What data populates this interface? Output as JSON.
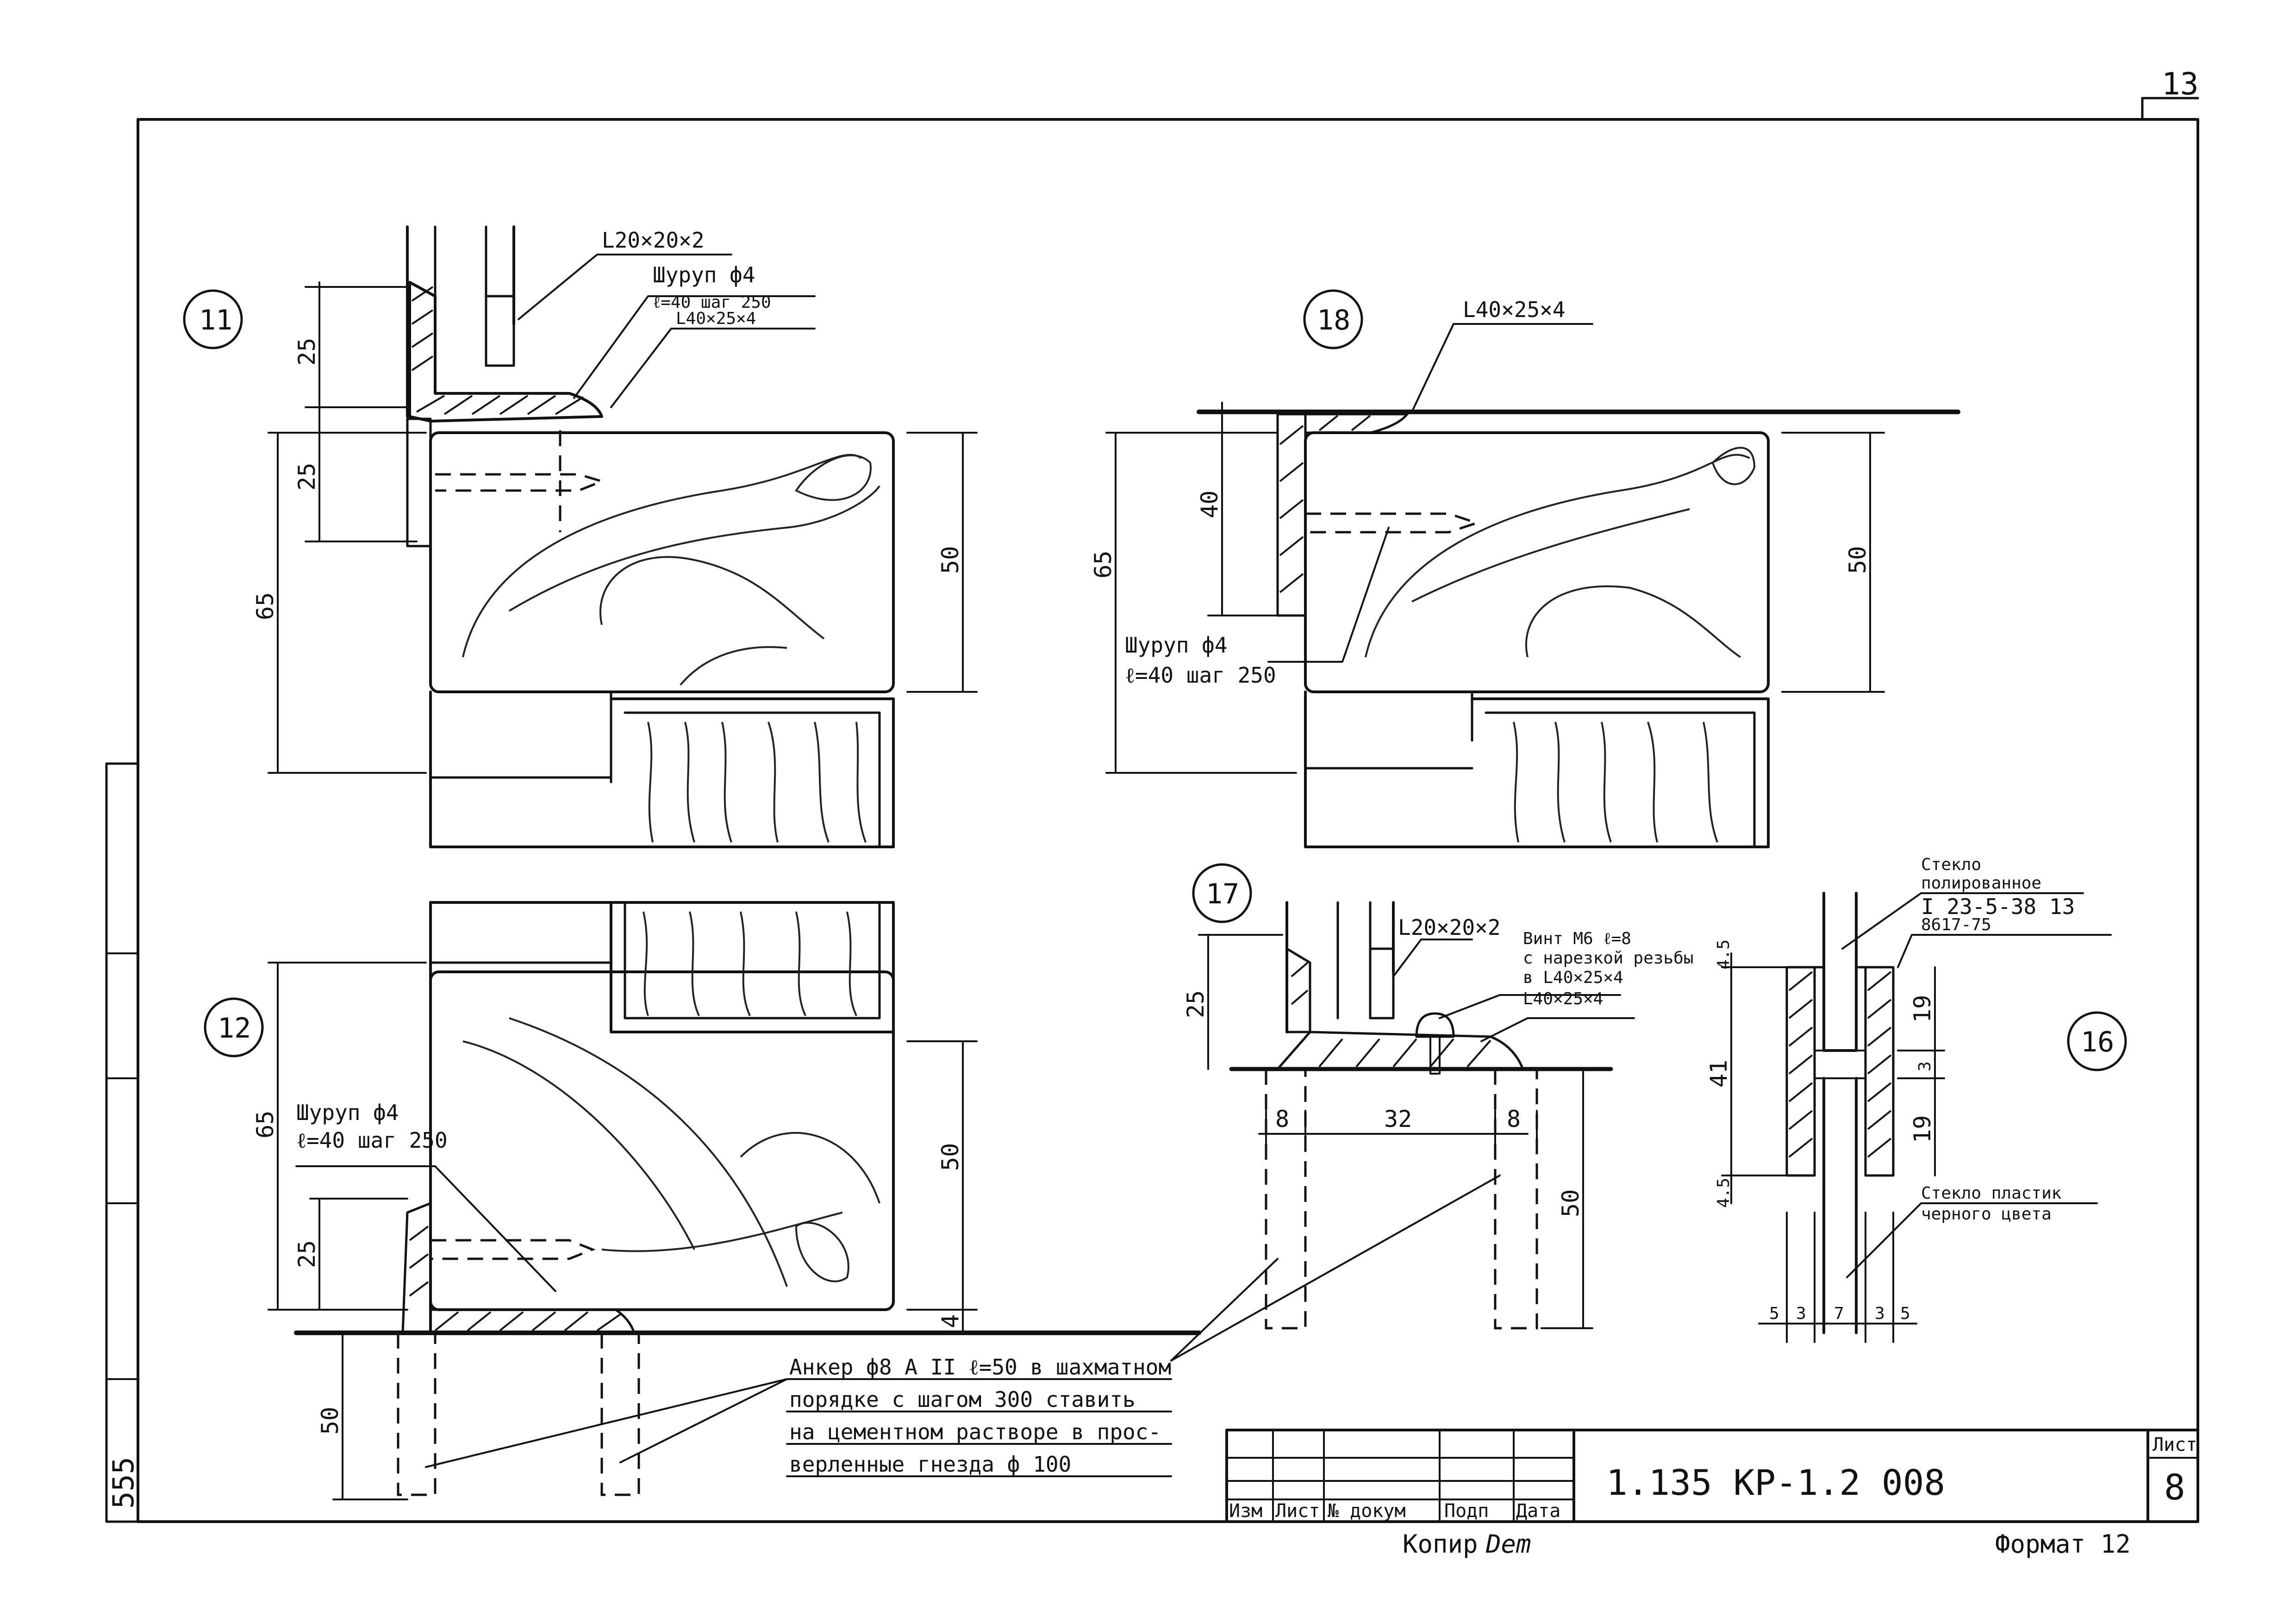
{
  "sheet": {
    "page_number": "13",
    "side_number": "555",
    "copy_label": "Копир",
    "copy_signature": "Dem",
    "format_label": "Формат 12"
  },
  "title_block": {
    "doc_code": "1.135 КР-1.2 008",
    "sheet_label": "Лист",
    "sheet_value": "8",
    "columns": [
      "Изм",
      "Лист",
      "№ докум",
      "Подп",
      "Дата"
    ]
  },
  "details": {
    "d11": {
      "number": "11",
      "angle_top": "L20×20×2",
      "screw": "Шуруп ф4",
      "screw_spec": "ℓ=40 шаг 250",
      "angle_bottom": "L40×25×4",
      "dims": [
        "25",
        "25",
        "65",
        "50"
      ]
    },
    "d18": {
      "number": "18",
      "angle": "L40×25×4",
      "screw": "Шуруп ф4",
      "screw_spec": "ℓ=40 шаг 250",
      "dims": [
        "40",
        "65",
        "50"
      ]
    },
    "d12": {
      "number": "12",
      "screw": "Шуруп ф4",
      "screw_spec": "ℓ=40 шаг 250",
      "dims": [
        "65",
        "25",
        "50",
        "4",
        "50"
      ]
    },
    "d17": {
      "number": "17",
      "angle_top": "L20×20×2",
      "bolt": "Винт М6 ℓ=8",
      "bolt_note1": "с нарезкой резьбы",
      "bolt_note2": "в L40×25×4",
      "angle_bottom": "L40×25×4",
      "dims": [
        "25",
        "8",
        "32",
        "8",
        "50"
      ]
    },
    "d16": {
      "number": "16",
      "glass": "Стекло",
      "glass2": "полированное",
      "glass_std": "I 23-5-38 13",
      "glass_std2": "8617-75",
      "plastic": "Стекло пластик",
      "plastic2": "черного цвета",
      "dims_v": [
        "4.5",
        "41",
        "4.5",
        "19",
        "3",
        "19"
      ],
      "dims_h": [
        "5",
        "3",
        "7",
        "3",
        "5"
      ]
    }
  },
  "anchor_note": [
    "Анкер ф8 А II ℓ=50 в шахматном",
    "порядке с шагом 300 ставить",
    "на цементном растворе в прос-",
    "верленные гнезда ф 100"
  ]
}
